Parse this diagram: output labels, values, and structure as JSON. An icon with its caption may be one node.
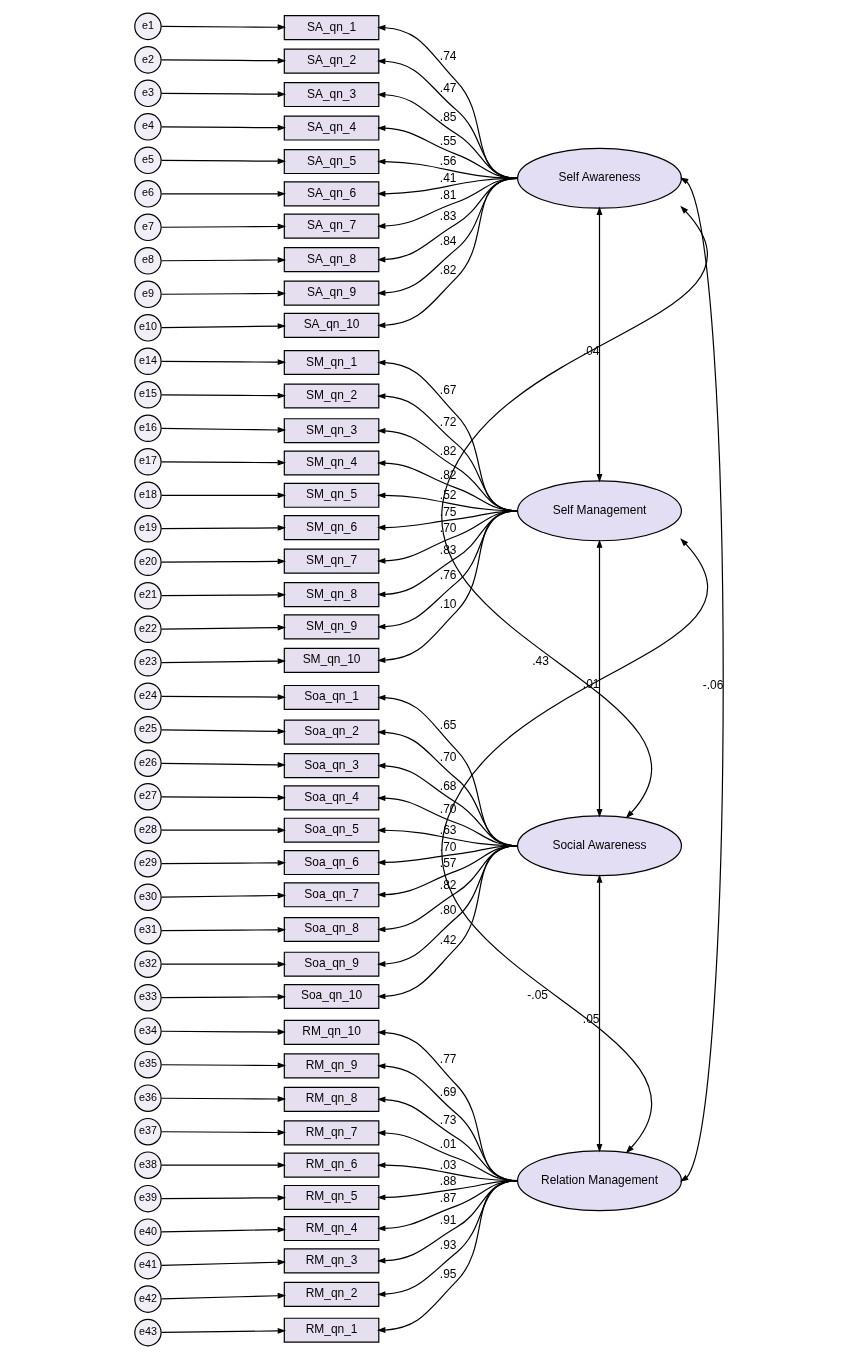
{
  "diagram": {
    "nodes": [
      {
        "text": [
          "e1"
        ]
      },
      {
        "text": [
          "SA_qn_1"
        ]
      },
      {
        "text": [
          "e2"
        ]
      },
      {
        "text": [
          "SA_qn_2"
        ]
      },
      {
        "text": [
          "e3"
        ]
      },
      {
        "text": [
          "SA_qn_3"
        ]
      },
      {
        "text": [
          "e4"
        ]
      },
      {
        "text": [
          "SA_qn_4"
        ]
      },
      {
        "text": [
          "e5"
        ]
      },
      {
        "text": [
          "SA_qn_5"
        ]
      },
      {
        "text": [
          "e6"
        ]
      },
      {
        "text": [
          "SA_qn_6"
        ]
      },
      {
        "text": [
          "e7"
        ]
      },
      {
        "text": [
          "SA_qn_7"
        ]
      },
      {
        "text": [
          "e8"
        ]
      },
      {
        "text": [
          "SA_qn_8"
        ]
      },
      {
        "text": [
          "e9"
        ]
      },
      {
        "text": [
          "SA_qn_9"
        ]
      },
      {
        "text": [
          "e10"
        ]
      },
      {
        "text": [
          "SA_qn_10"
        ]
      },
      {
        "text": [
          "Self Awareness"
        ]
      },
      {
        "text": [
          "e14"
        ]
      },
      {
        "text": [
          "SM_qn_1"
        ]
      },
      {
        "text": [
          "e15"
        ]
      },
      {
        "text": [
          "SM_qn_2"
        ]
      },
      {
        "text": [
          "e16"
        ]
      },
      {
        "text": [
          "SM_qn_3"
        ]
      },
      {
        "text": [
          "e17"
        ]
      },
      {
        "text": [
          "SM_qn_4"
        ]
      },
      {
        "text": [
          "e18"
        ]
      },
      {
        "text": [
          "SM_qn_5"
        ]
      },
      {
        "text": [
          "e19"
        ]
      },
      {
        "text": [
          "SM_qn_6"
        ]
      },
      {
        "text": [
          "e20"
        ]
      },
      {
        "text": [
          "SM_qn_7"
        ]
      },
      {
        "text": [
          "e21"
        ]
      },
      {
        "text": [
          "SM_qn_8"
        ]
      },
      {
        "text": [
          "e22"
        ]
      },
      {
        "text": [
          "SM_qn_9"
        ]
      },
      {
        "text": [
          "e23"
        ]
      },
      {
        "text": [
          "SM_qn_10"
        ]
      },
      {
        "text": [
          "Self Management"
        ]
      },
      {
        "text": [
          "e24"
        ]
      },
      {
        "text": [
          "Soa_qn_1"
        ]
      },
      {
        "text": [
          "e25"
        ]
      },
      {
        "text": [
          "Soa_qn_2"
        ]
      },
      {
        "text": [
          "e26"
        ]
      },
      {
        "text": [
          "Soa_qn_3"
        ]
      },
      {
        "text": [
          "e27"
        ]
      },
      {
        "text": [
          "Soa_qn_4"
        ]
      },
      {
        "text": [
          "e28"
        ]
      },
      {
        "text": [
          "Soa_qn_5"
        ]
      },
      {
        "text": [
          "e29"
        ]
      },
      {
        "text": [
          "Soa_qn_6"
        ]
      },
      {
        "text": [
          "e30"
        ]
      },
      {
        "text": [
          "Soa_qn_7"
        ]
      },
      {
        "text": [
          "e31"
        ]
      },
      {
        "text": [
          "Soa_qn_8"
        ]
      },
      {
        "text": [
          "e32"
        ]
      },
      {
        "text": [
          "Soa_qn_9"
        ]
      },
      {
        "text": [
          "e33"
        ]
      },
      {
        "text": [
          "Soa_qn_10"
        ]
      },
      {
        "text": [
          "Social Awareness"
        ]
      },
      {
        "text": [
          "e34"
        ]
      },
      {
        "text": [
          "RM_qn_10"
        ]
      },
      {
        "text": [
          "e35"
        ]
      },
      {
        "text": [
          "RM_qn_9"
        ]
      },
      {
        "text": [
          "e36"
        ]
      },
      {
        "text": [
          "RM_qn_8"
        ]
      },
      {
        "text": [
          "e37"
        ]
      },
      {
        "text": [
          "RM_qn_7"
        ]
      },
      {
        "text": [
          "e38"
        ]
      },
      {
        "text": [
          "RM_qn_6"
        ]
      },
      {
        "text": [
          "e39"
        ]
      },
      {
        "text": [
          "RM_qn_5"
        ]
      },
      {
        "text": [
          "e40"
        ]
      },
      {
        "text": [
          "RM_qn_4"
        ]
      },
      {
        "text": [
          "e41"
        ]
      },
      {
        "text": [
          "RM_qn_3"
        ]
      },
      {
        "text": [
          "e42"
        ]
      },
      {
        "text": [
          "RM_qn_2"
        ]
      },
      {
        "text": [
          "e43"
        ]
      },
      {
        "text": [
          "RM_qn_1"
        ]
      },
      {
        "text": [
          "Relation Management"
        ]
      }
    ],
    "edges": [
      {
        "from": 0,
        "to": 1,
        "arrow": "to"
      },
      {
        "from": 2,
        "to": 3,
        "arrow": "to"
      },
      {
        "from": 4,
        "to": 5,
        "arrow": "to"
      },
      {
        "from": 6,
        "to": 7,
        "arrow": "to"
      },
      {
        "from": 8,
        "to": 9,
        "arrow": "to"
      },
      {
        "from": 10,
        "to": 11,
        "arrow": "to"
      },
      {
        "from": 12,
        "to": 13,
        "arrow": "to"
      },
      {
        "from": 14,
        "to": 15,
        "arrow": "to"
      },
      {
        "from": 16,
        "to": 17,
        "arrow": "to"
      },
      {
        "from": 18,
        "to": 19,
        "arrow": "to"
      },
      {
        "from": 20,
        "to": 1,
        "arrow": "to",
        "label": ".74"
      },
      {
        "from": 20,
        "to": 3,
        "arrow": "to",
        "label": ".47"
      },
      {
        "from": 20,
        "to": 5,
        "arrow": "to",
        "label": ".85"
      },
      {
        "from": 20,
        "to": 7,
        "arrow": "to",
        "label": ".55"
      },
      {
        "from": 20,
        "to": 9,
        "arrow": "to",
        "label": ".56"
      },
      {
        "from": 20,
        "to": 11,
        "arrow": "to",
        "label": ".41"
      },
      {
        "from": 20,
        "to": 13,
        "arrow": "to",
        "label": ".81"
      },
      {
        "from": 20,
        "to": 15,
        "arrow": "to",
        "label": ".83"
      },
      {
        "from": 20,
        "to": 17,
        "arrow": "to",
        "label": ".84"
      },
      {
        "from": 20,
        "to": 19,
        "arrow": "to",
        "label": ".82"
      },
      {
        "from": 21,
        "to": 22,
        "arrow": "to"
      },
      {
        "from": 23,
        "to": 24,
        "arrow": "to"
      },
      {
        "from": 25,
        "to": 26,
        "arrow": "to"
      },
      {
        "from": 27,
        "to": 28,
        "arrow": "to"
      },
      {
        "from": 29,
        "to": 30,
        "arrow": "to"
      },
      {
        "from": 31,
        "to": 32,
        "arrow": "to"
      },
      {
        "from": 33,
        "to": 34,
        "arrow": "to"
      },
      {
        "from": 35,
        "to": 36,
        "arrow": "to"
      },
      {
        "from": 37,
        "to": 38,
        "arrow": "to"
      },
      {
        "from": 39,
        "to": 40,
        "arrow": "to"
      },
      {
        "from": 41,
        "to": 22,
        "arrow": "to",
        "label": ".67"
      },
      {
        "from": 41,
        "to": 24,
        "arrow": "to",
        "label": ".72"
      },
      {
        "from": 41,
        "to": 26,
        "arrow": "to",
        "label": ".82"
      },
      {
        "from": 41,
        "to": 28,
        "arrow": "to",
        "label": ".82"
      },
      {
        "from": 41,
        "to": 30,
        "arrow": "to",
        "label": ".52"
      },
      {
        "from": 41,
        "to": 32,
        "arrow": "to",
        "label": ".75"
      },
      {
        "from": 41,
        "to": 34,
        "arrow": "to",
        "label": ".70"
      },
      {
        "from": 41,
        "to": 36,
        "arrow": "to",
        "label": ".83"
      },
      {
        "from": 41,
        "to": 38,
        "arrow": "to",
        "label": ".76"
      },
      {
        "from": 41,
        "to": 40,
        "arrow": "to",
        "label": ".10"
      },
      {
        "from": 42,
        "to": 43,
        "arrow": "to"
      },
      {
        "from": 44,
        "to": 45,
        "arrow": "to"
      },
      {
        "from": 46,
        "to": 47,
        "arrow": "to"
      },
      {
        "from": 48,
        "to": 49,
        "arrow": "to"
      },
      {
        "from": 50,
        "to": 51,
        "arrow": "to"
      },
      {
        "from": 52,
        "to": 53,
        "arrow": "to"
      },
      {
        "from": 54,
        "to": 55,
        "arrow": "to"
      },
      {
        "from": 56,
        "to": 57,
        "arrow": "to"
      },
      {
        "from": 58,
        "to": 59,
        "arrow": "to"
      },
      {
        "from": 60,
        "to": 61,
        "arrow": "to"
      },
      {
        "from": 62,
        "to": 43,
        "arrow": "to",
        "label": ".65"
      },
      {
        "from": 62,
        "to": 45,
        "arrow": "to",
        "label": ".70"
      },
      {
        "from": 62,
        "to": 47,
        "arrow": "to",
        "label": ".68"
      },
      {
        "from": 62,
        "to": 49,
        "arrow": "to",
        "label": ".70"
      },
      {
        "from": 62,
        "to": 51,
        "arrow": "to",
        "label": ".63"
      },
      {
        "from": 62,
        "to": 53,
        "arrow": "to",
        "label": ".70"
      },
      {
        "from": 62,
        "to": 55,
        "arrow": "to",
        "label": ".57"
      },
      {
        "from": 62,
        "to": 57,
        "arrow": "to",
        "label": ".82"
      },
      {
        "from": 62,
        "to": 59,
        "arrow": "to",
        "label": ".80"
      },
      {
        "from": 62,
        "to": 61,
        "arrow": "to",
        "label": ".42"
      },
      {
        "from": 63,
        "to": 64,
        "arrow": "to"
      },
      {
        "from": 65,
        "to": 66,
        "arrow": "to"
      },
      {
        "from": 67,
        "to": 68,
        "arrow": "to"
      },
      {
        "from": 69,
        "to": 70,
        "arrow": "to"
      },
      {
        "from": 71,
        "to": 72,
        "arrow": "to"
      },
      {
        "from": 73,
        "to": 74,
        "arrow": "to"
      },
      {
        "from": 75,
        "to": 76,
        "arrow": "to"
      },
      {
        "from": 77,
        "to": 78,
        "arrow": "to"
      },
      {
        "from": 79,
        "to": 80,
        "arrow": "to"
      },
      {
        "from": 81,
        "to": 82,
        "arrow": "to"
      },
      {
        "from": 83,
        "to": 64,
        "arrow": "to",
        "label": ".77"
      },
      {
        "from": 83,
        "to": 66,
        "arrow": "to",
        "label": ".69"
      },
      {
        "from": 83,
        "to": 68,
        "arrow": "to",
        "label": ".73"
      },
      {
        "from": 83,
        "to": 70,
        "arrow": "to",
        "label": ".01"
      },
      {
        "from": 83,
        "to": 72,
        "arrow": "to",
        "label": ".03"
      },
      {
        "from": 83,
        "to": 74,
        "arrow": "to",
        "label": ".88"
      },
      {
        "from": 83,
        "to": 76,
        "arrow": "to",
        "label": ".87"
      },
      {
        "from": 83,
        "to": 78,
        "arrow": "to",
        "label": ".91"
      },
      {
        "from": 83,
        "to": 80,
        "arrow": "to",
        "label": ".93"
      },
      {
        "from": 83,
        "to": 82,
        "arrow": "to",
        "label": ".95"
      },
      {
        "from": 20,
        "to": 41,
        "arrow": "both",
        "label": ".04"
      },
      {
        "from": 20,
        "to": 62,
        "arrow": "both",
        "label": ".43"
      },
      {
        "from": 20,
        "to": 83,
        "arrow": "both",
        "label": "-.06"
      },
      {
        "from": 41,
        "to": 62,
        "arrow": "both",
        "label": ".01"
      },
      {
        "from": 41,
        "to": 83,
        "arrow": "both",
        "label": "-.05"
      },
      {
        "from": 62,
        "to": 83,
        "arrow": "both",
        "label": ".05"
      }
    ]
  }
}
